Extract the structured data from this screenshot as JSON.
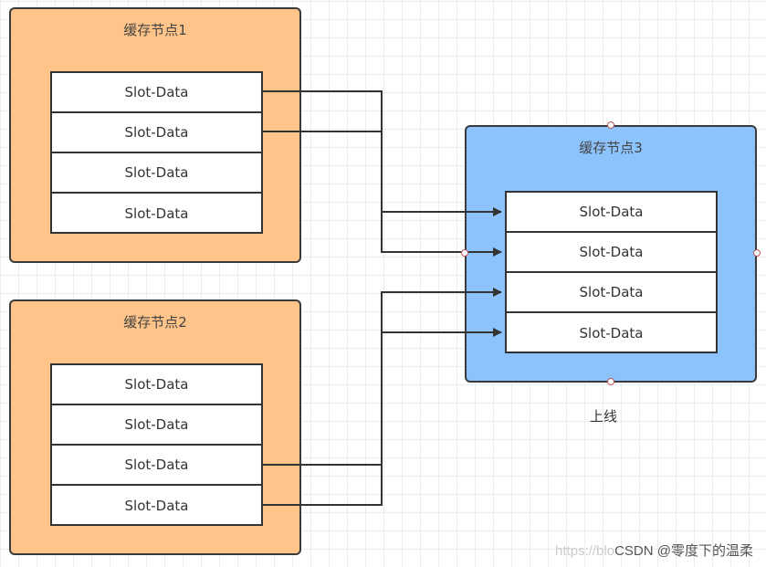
{
  "nodes": [
    {
      "id": "node1",
      "title": "缓存节点1",
      "slots": [
        "Slot-Data",
        "Slot-Data",
        "Slot-Data",
        "Slot-Data"
      ]
    },
    {
      "id": "node2",
      "title": "缓存节点2",
      "slots": [
        "Slot-Data",
        "Slot-Data",
        "Slot-Data",
        "Slot-Data"
      ]
    },
    {
      "id": "node3",
      "title": "缓存节点3",
      "slots": [
        "Slot-Data",
        "Slot-Data",
        "Slot-Data",
        "Slot-Data"
      ]
    }
  ],
  "caption": "上线",
  "watermark": {
    "faint": "https://blo",
    "text": "CSDN @零度下的温柔"
  },
  "colors": {
    "orange": "#ffc48a",
    "blue": "#8cc3fd",
    "line": "#333333"
  },
  "connections": [
    {
      "from": "node1.slot1",
      "to": "node3.slot1"
    },
    {
      "from": "node1.slot2",
      "to": "node3.slot2"
    },
    {
      "from": "node2.slot3",
      "to": "node3.slot3"
    },
    {
      "from": "node2.slot4",
      "to": "node3.slot4"
    }
  ]
}
